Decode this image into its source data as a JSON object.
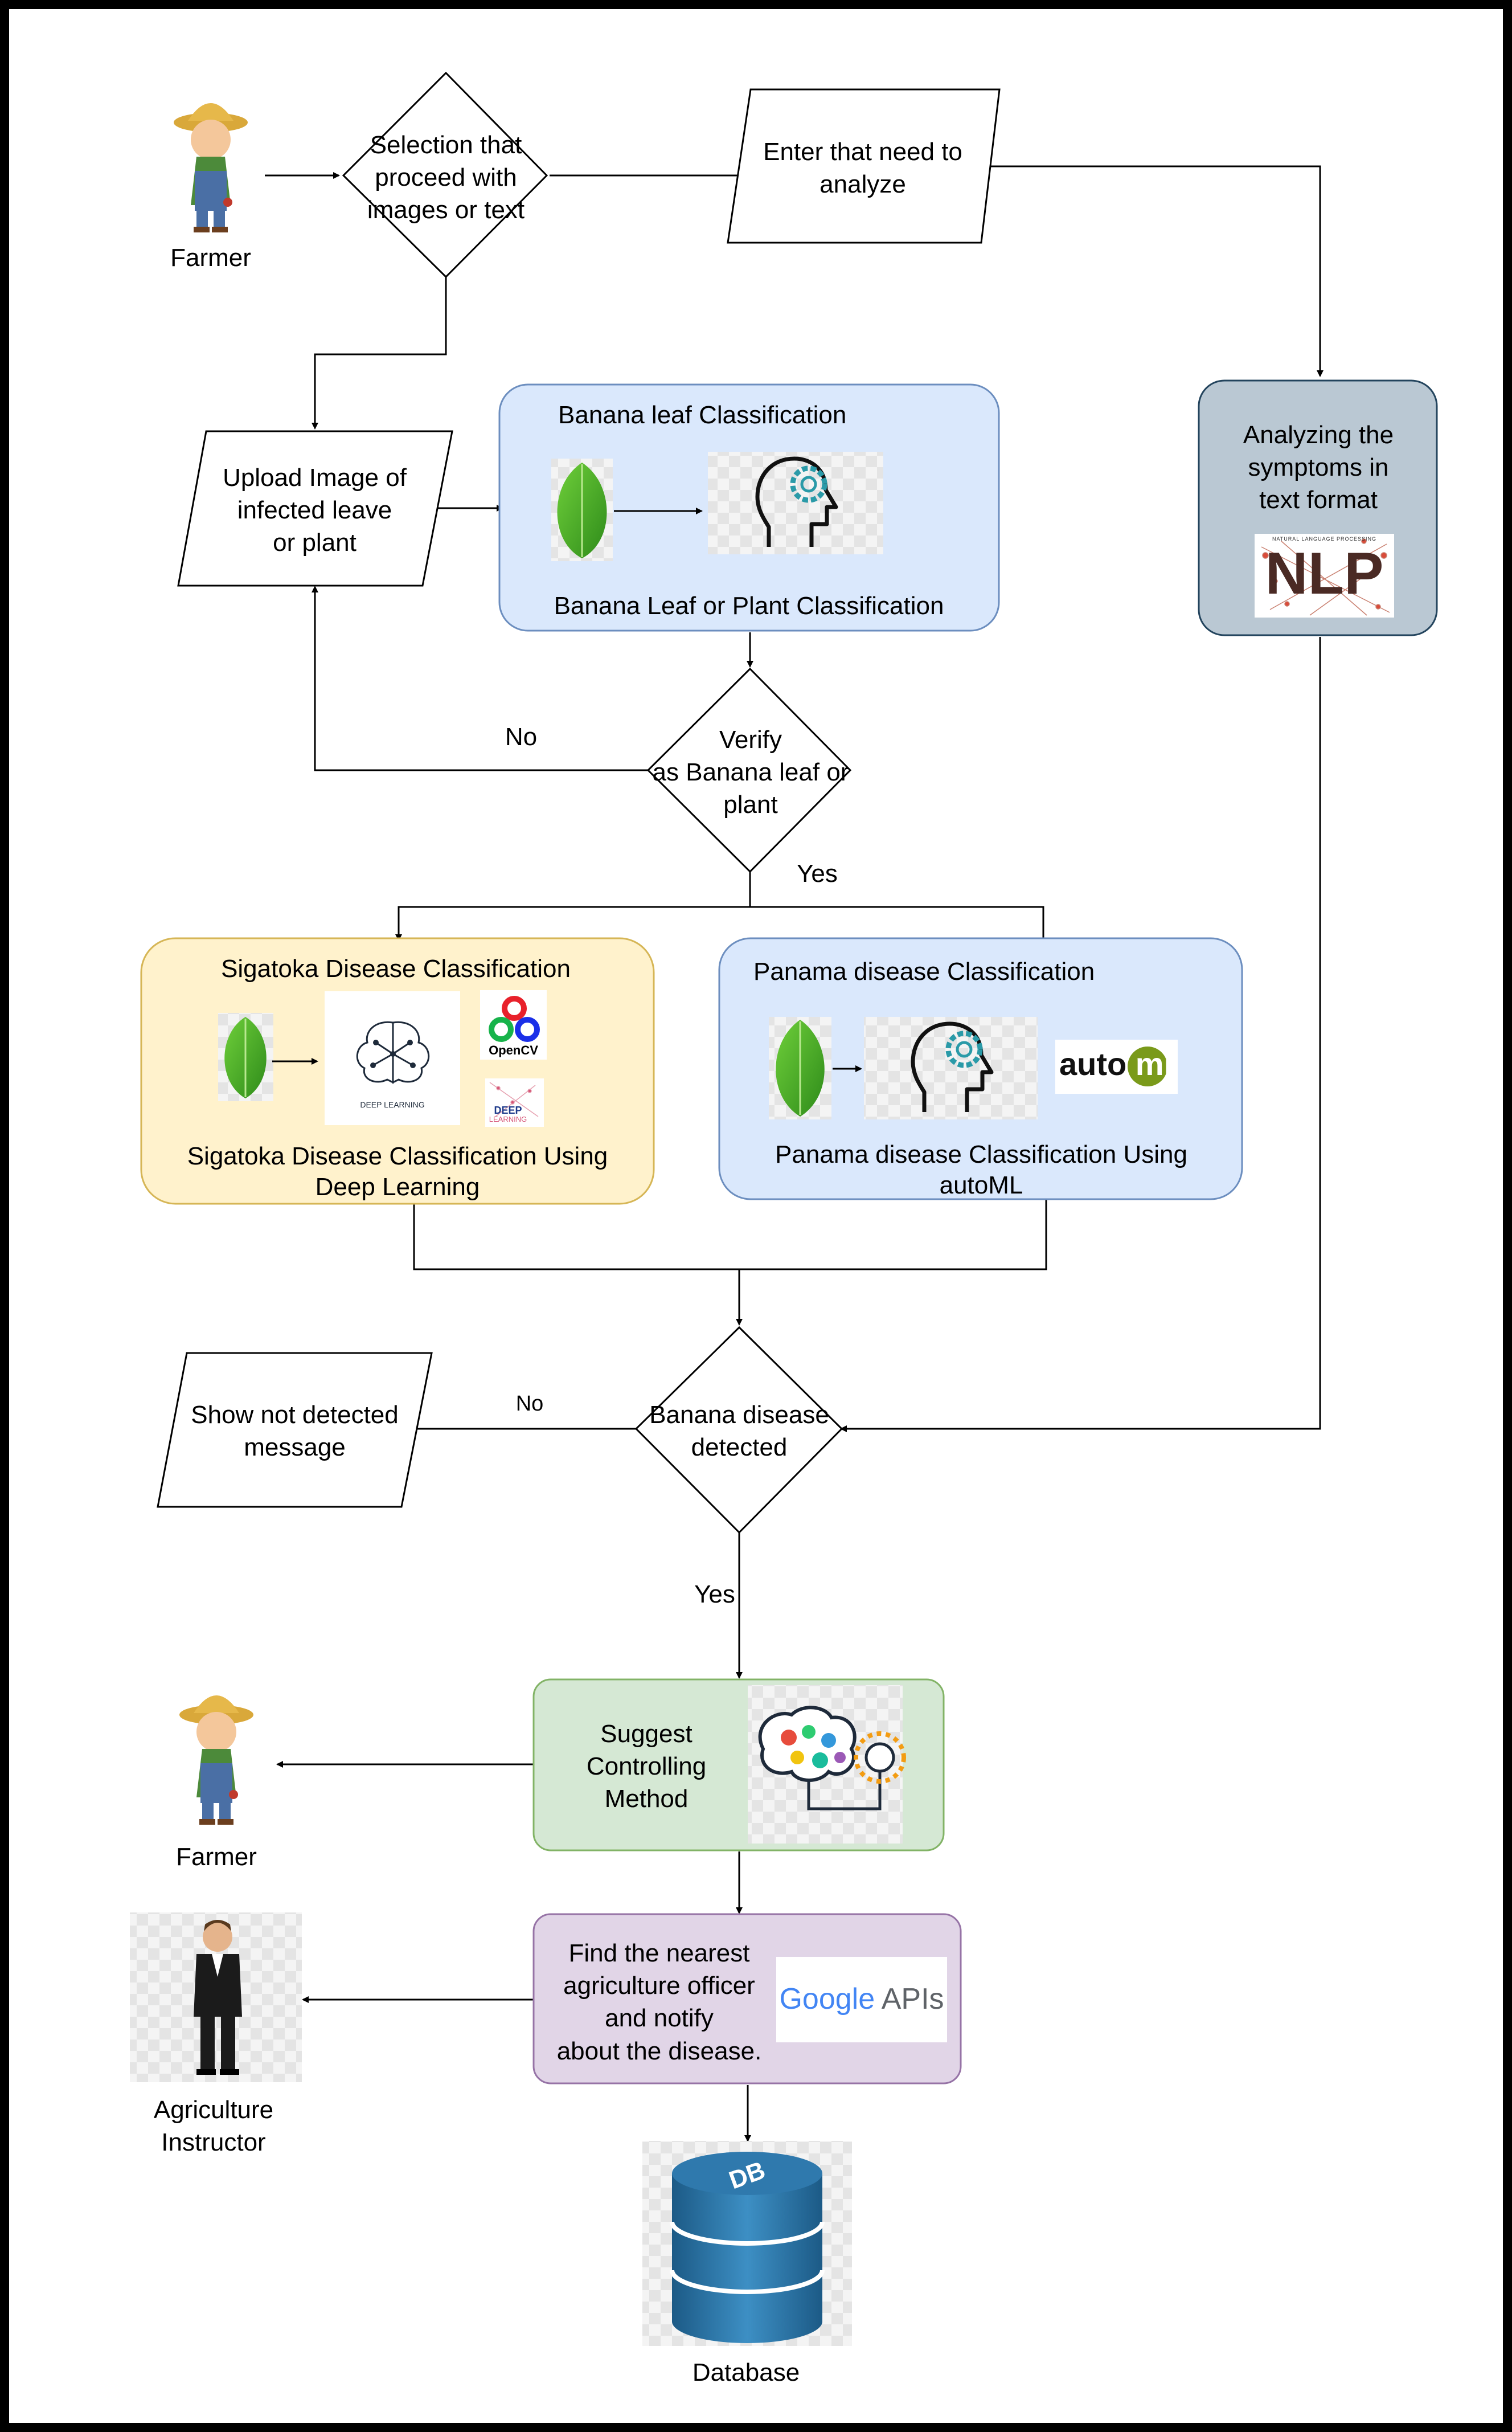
{
  "farmer_top": {
    "label": "Farmer"
  },
  "selection": {
    "label": "Selection that\nproceed with\nimages or text"
  },
  "enter_text": {
    "label": "Enter that need to\nanalyze"
  },
  "nlp_box": {
    "label": "Analyzing the\nsymptoms in\ntext format",
    "icon_text": "NLP",
    "icon_caption": "NATURAL LANGUAGE PROCESSING"
  },
  "upload": {
    "label": "Upload Image of\ninfected leave\nor plant"
  },
  "banana_classify": {
    "title": "Banana leaf Classification",
    "caption": "Banana Leaf or Plant Classification"
  },
  "verify": {
    "label": "Verify\nas Banana leaf or\nplant",
    "no": "No",
    "yes": "Yes"
  },
  "sigatoka": {
    "title": "Sigatoka Disease Classification",
    "caption": "Sigatoka Disease Classification Using\nDeep Learning",
    "dl_label": "DEEP LEARNING",
    "opencv_label": "OpenCV",
    "deep_small_1": "DEEP",
    "deep_small_2": "LEARNING"
  },
  "panama": {
    "title": "Panama disease Classification",
    "caption": "Panama disease Classification Using\nautoML",
    "automl_a": "auto",
    "automl_b": "ml"
  },
  "disease_detected": {
    "label": "Banana disease\ndetected",
    "no": "No",
    "yes": "Yes"
  },
  "not_detected": {
    "label": "Show not detected\nmessage"
  },
  "suggest": {
    "label": "Suggest\nControlling\nMethod"
  },
  "farmer_bottom": {
    "label": "Farmer"
  },
  "notify": {
    "label": "Find the nearest\nagriculture officer\nand notify\nabout the disease.",
    "google_a": "Google",
    "google_b": "APIs"
  },
  "instructor": {
    "label": "Agriculture\nInstructor"
  },
  "database": {
    "label": "Database",
    "icon_text": "DB"
  },
  "colors": {
    "blue_fill": "#dae8fc",
    "blue_stroke": "#6c8ebf",
    "yellow_fill": "#fff2cc",
    "yellow_stroke": "#d6b656",
    "green_fill": "#d5e8d4",
    "green_stroke": "#82b366",
    "purple_fill": "#e1d5e7",
    "purple_stroke": "#9673a6",
    "slate_fill": "#bac8d3",
    "slate_stroke": "#23445d"
  }
}
